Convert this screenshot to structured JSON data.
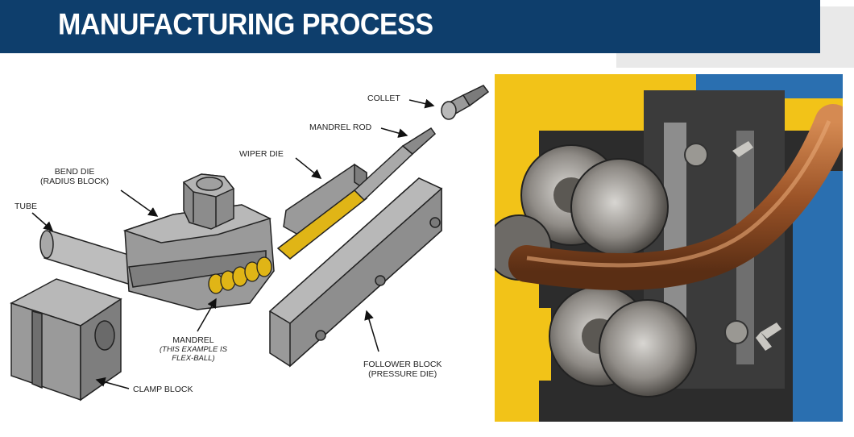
{
  "header": {
    "title": "MANUFACTURING PROCESS"
  },
  "colors": {
    "banner": "#0e3e6c",
    "die_gray": "#9a9a9a",
    "mandrel_yellow": "#e0b516",
    "machine_yellow": "#f2c318",
    "machine_blue": "#2a6fb0"
  },
  "diagram": {
    "labels": {
      "collet": "COLLET",
      "mandrel_rod": "MANDREL ROD",
      "wiper_die": "WIPER DIE",
      "bend_die_line1": "BEND DIE",
      "bend_die_line2": "(RADIUS BLOCK)",
      "tube": "TUBE",
      "mandrel": "MANDREL",
      "mandrel_note1": "(THIS EXAMPLE IS",
      "mandrel_note2": "FLEX-BALL)",
      "follower_line1": "FOLLOWER BLOCK",
      "follower_line2": "(PRESSURE DIE)",
      "clamp_block": "CLAMP BLOCK"
    }
  }
}
